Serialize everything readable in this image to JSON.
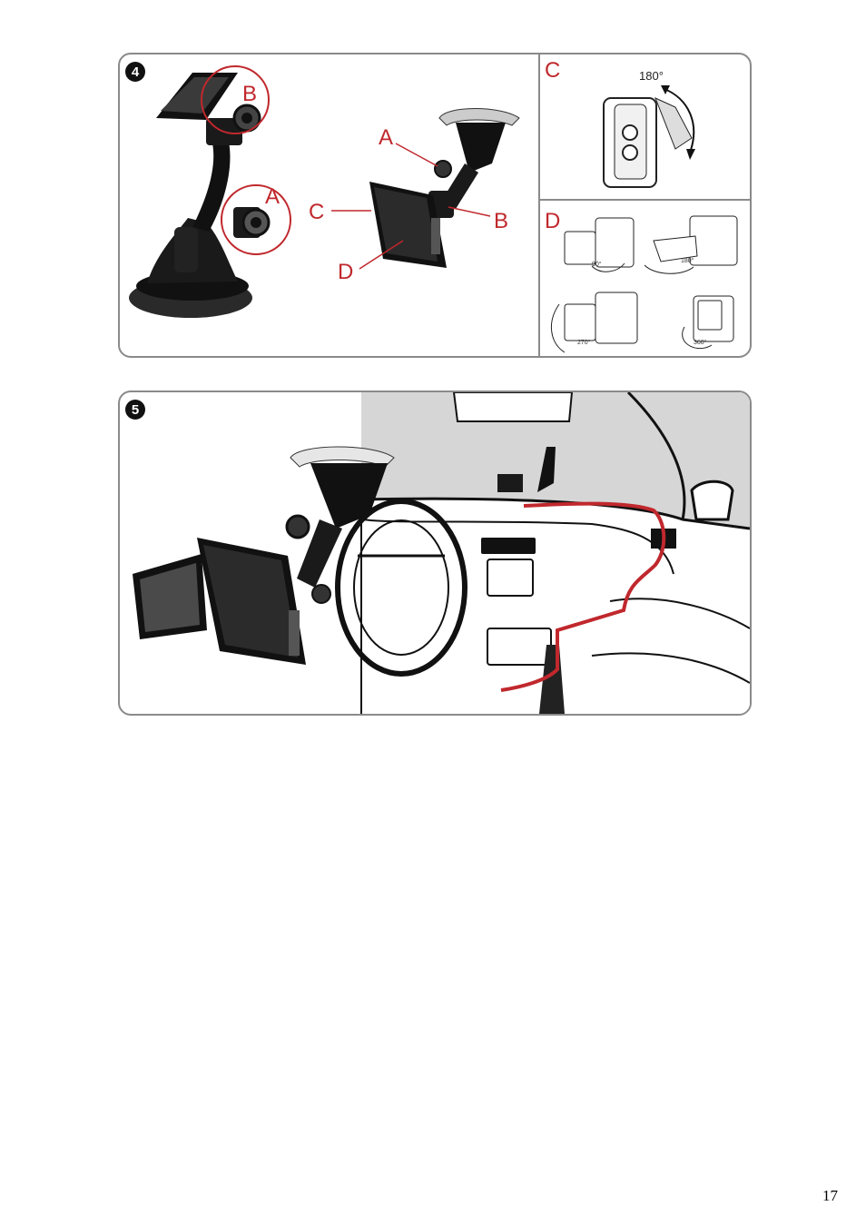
{
  "figure4": {
    "badge": "4",
    "labels": {
      "a_left": "A",
      "b_left": "B",
      "a_right": "A",
      "b_right": "B",
      "c_mount": "C",
      "d_mount": "D"
    },
    "panel_c": {
      "label": "C",
      "angle": "180°"
    },
    "panel_d": {
      "label": "D",
      "angles": [
        "90°",
        "180°",
        "270°",
        "360°"
      ]
    }
  },
  "figure5": {
    "badge": "5"
  },
  "colors": {
    "accent_red": "#c0282d",
    "frame_gray": "#8a8a8a",
    "windshield_gray": "#d6d6d6"
  },
  "page_number": "17"
}
